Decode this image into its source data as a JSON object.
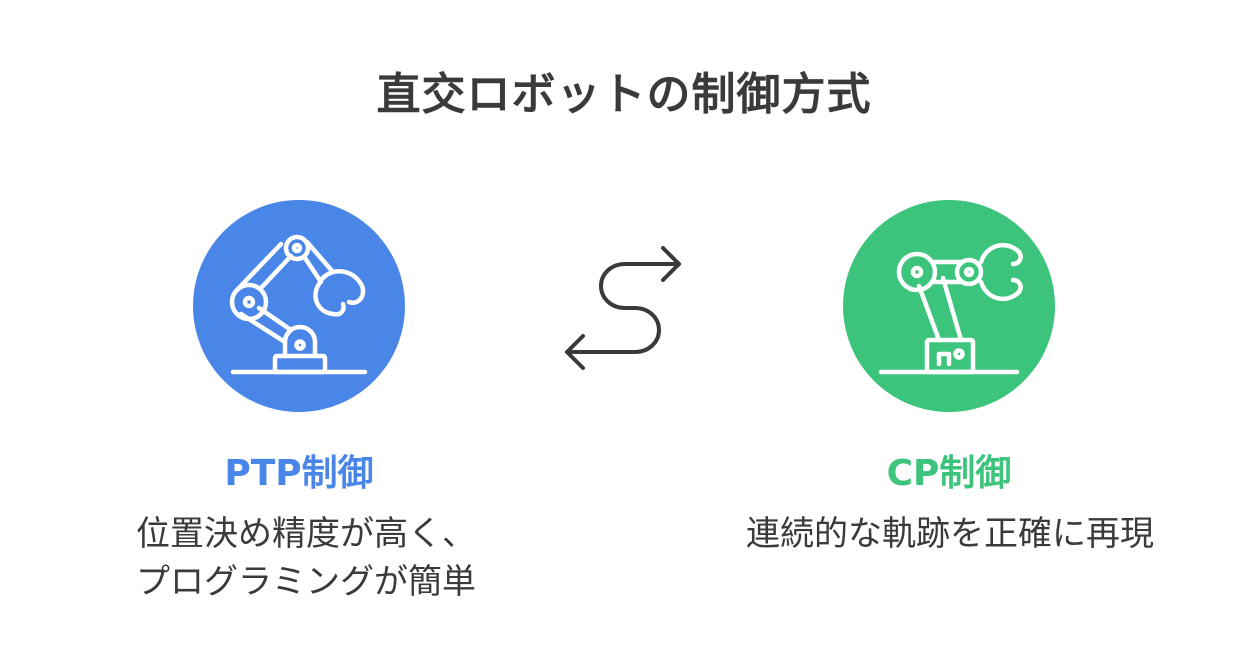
{
  "title": "直交ロボットの制御方式",
  "colors": {
    "ptp": "#4a86e8",
    "cp": "#3cc47c",
    "text": "#3a3a3a"
  },
  "ptp": {
    "label": "PTP制御",
    "desc_line1": "位置決め精度が高く、",
    "desc_line2": "プログラミングが簡単",
    "icon": "robot-arm-icon"
  },
  "cp": {
    "label": "CP制御",
    "desc": "連続的な軌跡を正確に再現",
    "icon": "robot-arm-icon"
  },
  "connector_icon": "bidirectional-arrows-icon"
}
